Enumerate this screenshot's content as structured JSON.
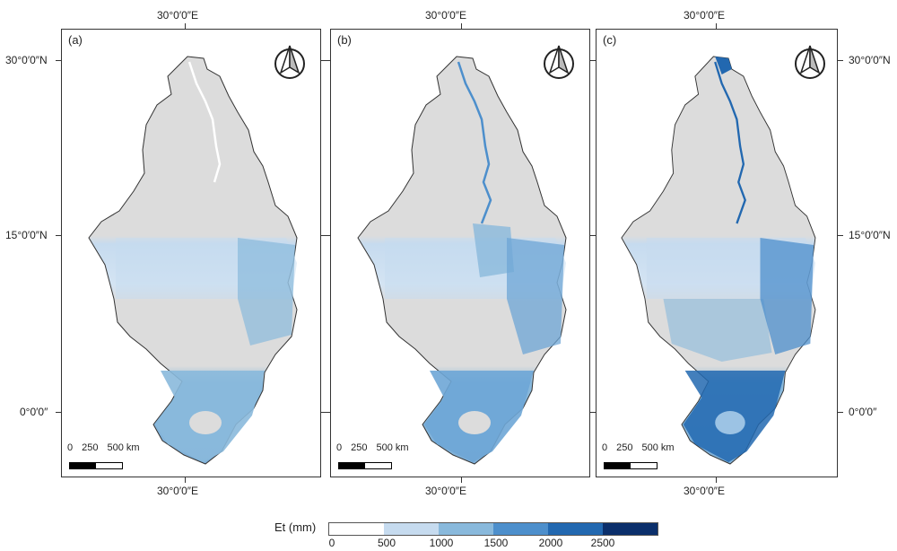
{
  "panels": [
    {
      "id": "a",
      "label": "(a)"
    },
    {
      "id": "b",
      "label": "(b)"
    },
    {
      "id": "c",
      "label": "(c)"
    }
  ],
  "coords": {
    "top_lon": "30°0′0″E",
    "bottom_lon": "30°0′0″E",
    "lat_30n": "30°0′0″N",
    "lat_15n": "15°0′0″N",
    "lat_0": "0°0′0″"
  },
  "scale": {
    "labels": [
      "0",
      "250",
      "500 km"
    ]
  },
  "legend": {
    "title": "Et (mm)",
    "ticks": [
      "0",
      "500",
      "1000",
      "1500",
      "2000",
      "2500"
    ],
    "colors": [
      "#ffffff",
      "#c6dbef",
      "#89b9dc",
      "#4d8fcc",
      "#2268b0",
      "#0b2f6b"
    ]
  },
  "colors": {
    "land": "#dcdcdc",
    "border": "#333333"
  }
}
